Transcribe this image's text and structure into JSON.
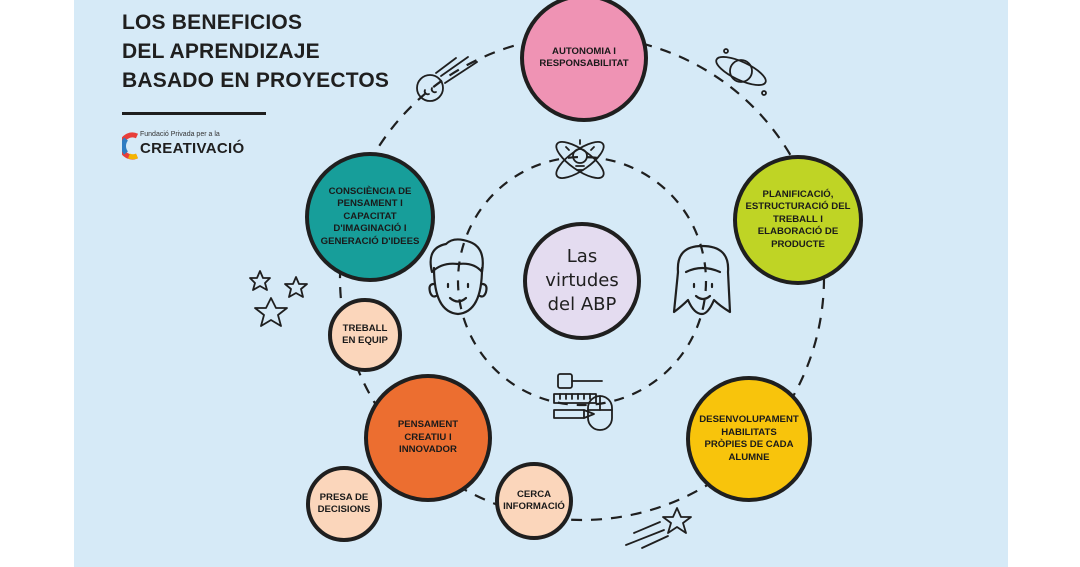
{
  "title": {
    "lines": [
      "LOS BENEFICIOS",
      "DEL APRENDIZAJE",
      "BASADO EN PROYECTOS"
    ]
  },
  "logo": {
    "small_text": "Fundació Privada per a la",
    "brand_text": "CREATIVACIÓ"
  },
  "center": {
    "label": "Las virtudes del ABP"
  },
  "benefits": {
    "autonomia": "AUTONOMIA I RESPONSABILITAT",
    "planificacio": "PLANIFICACIÓ, ESTRUCTURACIÓ DEL TREBALL I ELABORACIÓ DE PRODUCTE",
    "desenvolupament": "DESENVOLUPAMENT HABILITATS PRÒPIES DE CADA ALUMNE",
    "consciencia": "CONSCIÈNCIA DE PENSAMENT I CAPACITAT D'IMAGINACIÓ I GENERACIÓ D'IDEES",
    "pensament": "PENSAMENT CREATIU I INNOVADOR",
    "treball_equip": "TREBALL EN EQUIP",
    "cerca": "CERCA INFORMACIÓ",
    "presa": "PRESA DE DECISIONS"
  },
  "colors": {
    "background": "#d6eaf7",
    "autonomia": "#ef93b4",
    "planificacio": "#bfd425",
    "desenvolupament": "#f8c40c",
    "consciencia": "#179e9a",
    "pensament": "#ec6e30",
    "small_circles": "#fbd6bb",
    "center": "#e4dcf0"
  },
  "icons": [
    "comet-icon",
    "planet-icon",
    "atom-lightbulb-icon",
    "boy-face-icon",
    "girl-face-icon",
    "tools-mouse-icon",
    "star-icon",
    "shooting-star-icon"
  ]
}
